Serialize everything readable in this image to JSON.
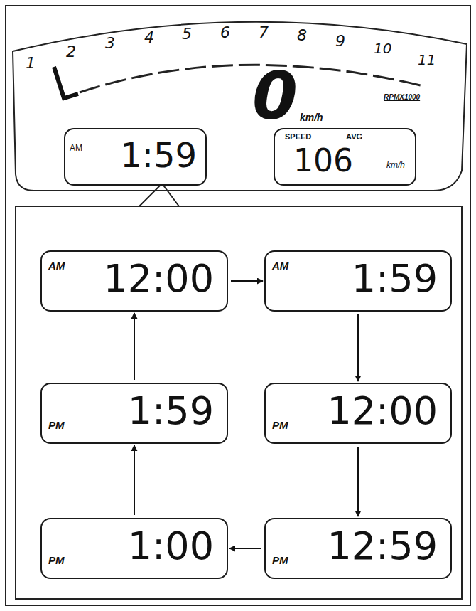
{
  "diagram": {
    "nodes": [
      {
        "text": [
          "0",
          "km/h"
        ]
      },
      {
        "text": [
          "AM",
          "1:59"
        ],
        "in": 0
      },
      {
        "text": [
          "SPEED",
          "AVG",
          "106",
          "km/h"
        ],
        "in": 0
      },
      {
        "text": [
          "AM",
          "12:00"
        ]
      },
      {
        "text": [
          "AM",
          "1:59"
        ]
      },
      {
        "text": [
          "PM",
          "12:00"
        ]
      },
      {
        "text": [
          "PM",
          "12:59"
        ]
      },
      {
        "text": [
          "PM",
          "1:00"
        ]
      },
      {
        "text": [
          "PM",
          "1:59"
        ]
      }
    ],
    "edges": [
      {
        "from": 3,
        "to": 4,
        "arrow": "to"
      },
      {
        "from": 4,
        "to": 5,
        "arrow": "to"
      },
      {
        "from": 5,
        "to": 6,
        "arrow": "to"
      },
      {
        "from": 6,
        "to": 7,
        "arrow": "to"
      },
      {
        "from": 7,
        "to": 8,
        "arrow": "to"
      },
      {
        "from": 8,
        "to": 3,
        "arrow": "to"
      }
    ],
    "labels": [
      "1",
      "2",
      "3",
      "4",
      "5",
      "6",
      "7",
      "8",
      "9",
      "10",
      "11",
      "RPMX1000"
    ]
  }
}
